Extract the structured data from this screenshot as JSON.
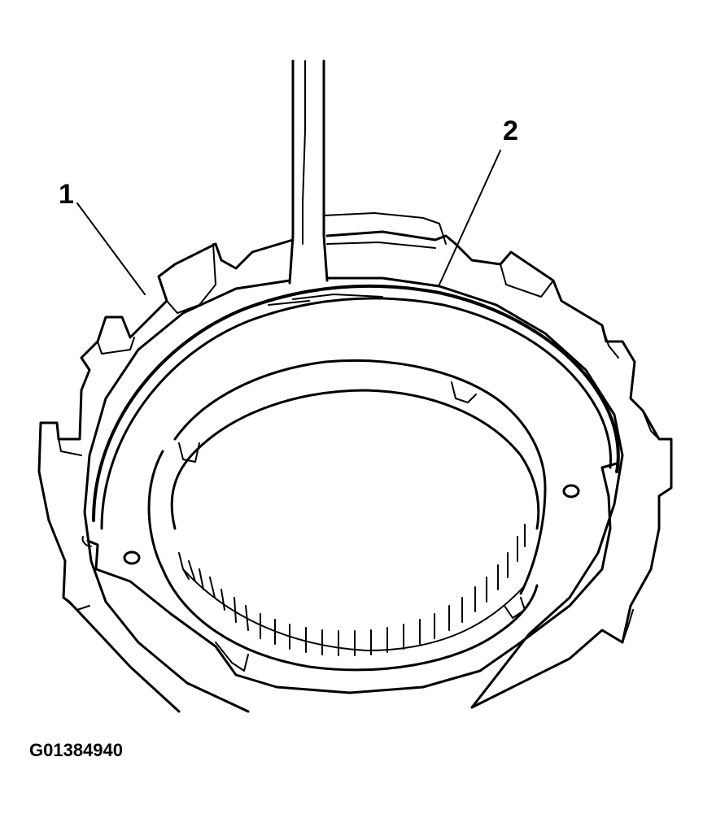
{
  "figure": {
    "callouts": [
      {
        "id": "1",
        "text": "1"
      },
      {
        "id": "2",
        "text": "2"
      }
    ],
    "figure_id": "G01384940",
    "colors": {
      "ink": "#000000",
      "background": "#ffffff"
    }
  }
}
